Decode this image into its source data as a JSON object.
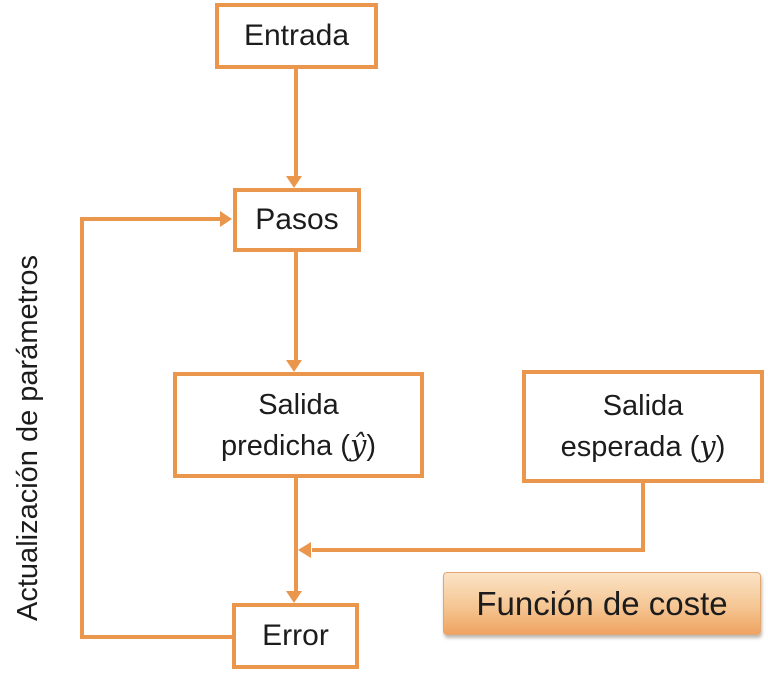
{
  "diagram": {
    "title_hint": "training-loop-flowchart",
    "colors": {
      "accent_orange": "#EA964D",
      "coste_gradient_top": "#FBE3C6",
      "coste_gradient_bottom": "#EFA361",
      "text": "#1c1c1c",
      "background": "#ffffff"
    },
    "nodes": {
      "entrada": {
        "label": "Entrada"
      },
      "pasos": {
        "label": "Pasos"
      },
      "salida_predicha": {
        "line1": "Salida",
        "line2_prefix": "predicha (",
        "line2_math": "ŷ",
        "line2_suffix": ")"
      },
      "salida_esperada": {
        "line1": "Salida",
        "line2_prefix": "esperada (",
        "line2_math": "y",
        "line2_suffix": ")"
      },
      "error": {
        "label": "Error"
      },
      "funcion_coste": {
        "label": "Función de coste"
      }
    },
    "labels": {
      "feedback": "Actualización de parámetros"
    }
  }
}
